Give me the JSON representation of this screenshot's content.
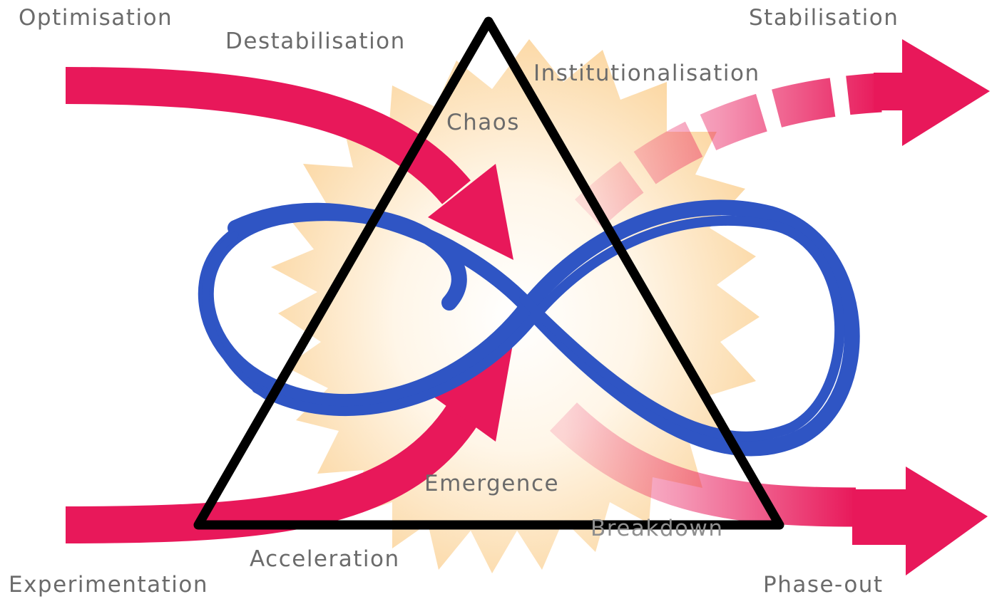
{
  "labels": {
    "optimisation": "Optimisation",
    "destabilisation": "Destabilisation",
    "stabilisation": "Stabilisation",
    "institutionalisation": "Institutionalisation",
    "chaos": "Chaos",
    "emergence": "Emergence",
    "breakdown": "Breakdown",
    "acceleration": "Acceleration",
    "experimentation": "Experimentation",
    "phase_out": "Phase-out"
  },
  "colors": {
    "arrow": "#e8185a",
    "arrow_faded": "#f4a2bd",
    "loop": "#2f55c4",
    "triangle": "#000000",
    "burst": "#fbd9a4",
    "burst_center": "#fffaf0",
    "text": "#6b6b6b"
  }
}
